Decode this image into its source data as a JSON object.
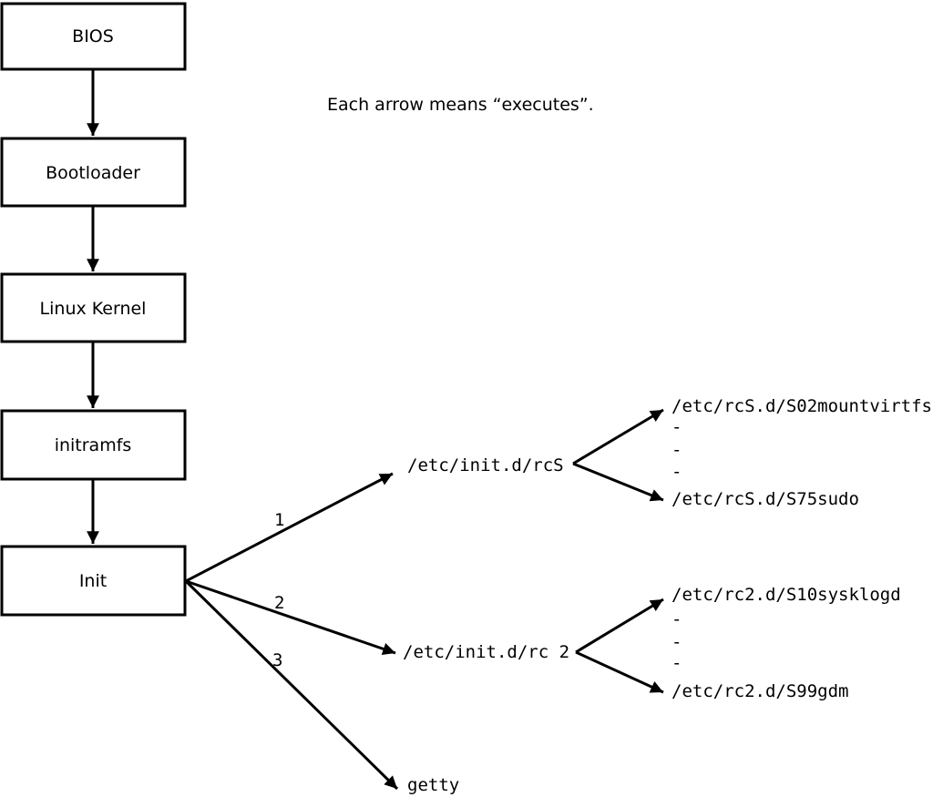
{
  "note": {
    "text": "Each arrow means “executes”."
  },
  "flow": {
    "boxes": [
      {
        "label": "BIOS"
      },
      {
        "label": "Bootloader"
      },
      {
        "label": "Linux Kernel"
      },
      {
        "label": "initramfs"
      },
      {
        "label": "Init"
      }
    ]
  },
  "branches": [
    {
      "order": "1",
      "target": "/etc/init.d/rcS",
      "children": [
        "/etc/rcS.d/S02mountvirtfs",
        "-",
        "-",
        "-",
        "/etc/rcS.d/S75sudo"
      ]
    },
    {
      "order": "2",
      "target": "/etc/init.d/rc 2",
      "children": [
        "/etc/rc2.d/S10sysklogd",
        "-",
        "-",
        "-",
        "/etc/rc2.d/S99gdm"
      ]
    },
    {
      "order": "3",
      "target": "getty",
      "children": []
    }
  ],
  "colors": {
    "background": "#ffffff",
    "line": "#000000",
    "box_fill": "#ffffff",
    "text": "#000000"
  }
}
